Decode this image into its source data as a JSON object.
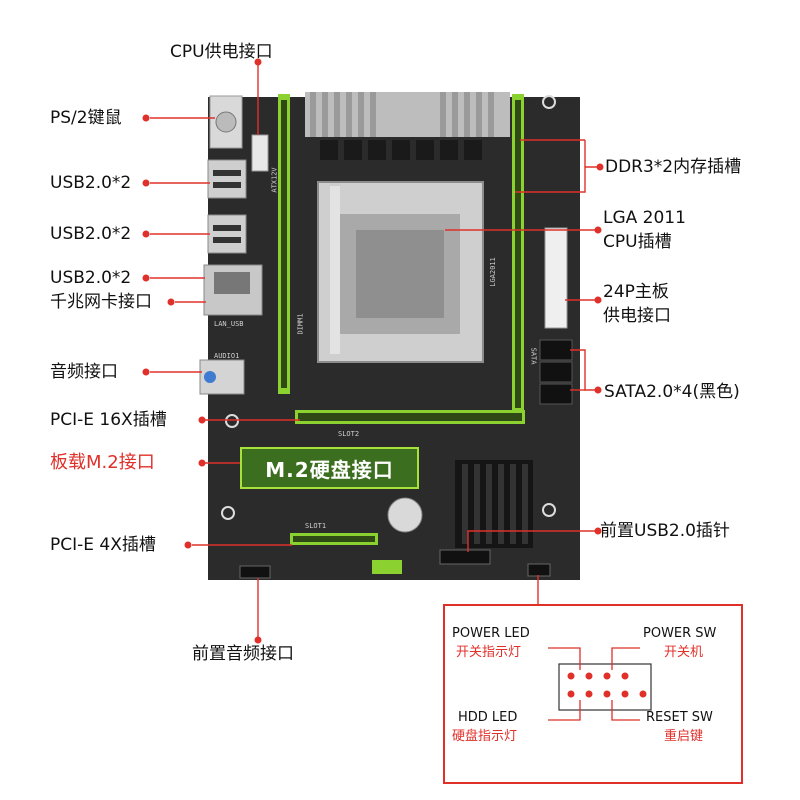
{
  "labels": {
    "cpu_power": "CPU供电接口",
    "ps2": "PS/2键鼠",
    "usb_a": "USB2.0*2",
    "usb_b": "USB2.0*2",
    "usb_c": "USB2.0*2",
    "lan": "千兆网卡接口",
    "audio": "音频接口",
    "pcie16": "PCI-E 16X插槽",
    "m2_onboard": "板载M.2接口",
    "pcie4": "PCI-E 4X插槽",
    "front_audio": "前置音频接口",
    "ddr3": "DDR3*2内存插槽",
    "lga_line1": "LGA 2011",
    "lga_line2": "CPU插槽",
    "atx_line1": "24P主板",
    "atx_line2": "供电接口",
    "sata": "SATA2.0*4(黑色)",
    "front_usb": "前置USB2.0插针"
  },
  "m2_box": "M.2硬盘接口",
  "front_panel": {
    "power_led_en": "POWER LED",
    "power_led_cn": "开关指示灯",
    "power_sw_en": "POWER SW",
    "power_sw_cn": "开关机",
    "hdd_led_en": "HDD  LED",
    "hdd_led_cn": "硬盘指示灯",
    "reset_sw_en": "RESET SW",
    "reset_sw_cn": "重启键"
  },
  "silkscreen": {
    "lga": "LGA2011",
    "dimm": "DIMM1",
    "slot1": "SLOT1",
    "slot2": "SLOT2",
    "lan_usb": "LAN_USB",
    "audio": "AUDIO1",
    "atx": "ATX12V",
    "sata": "SATA"
  },
  "colors": {
    "annotation": "#e0302a",
    "board": "#2b2b2b",
    "slot_green": "#8bd12f"
  }
}
